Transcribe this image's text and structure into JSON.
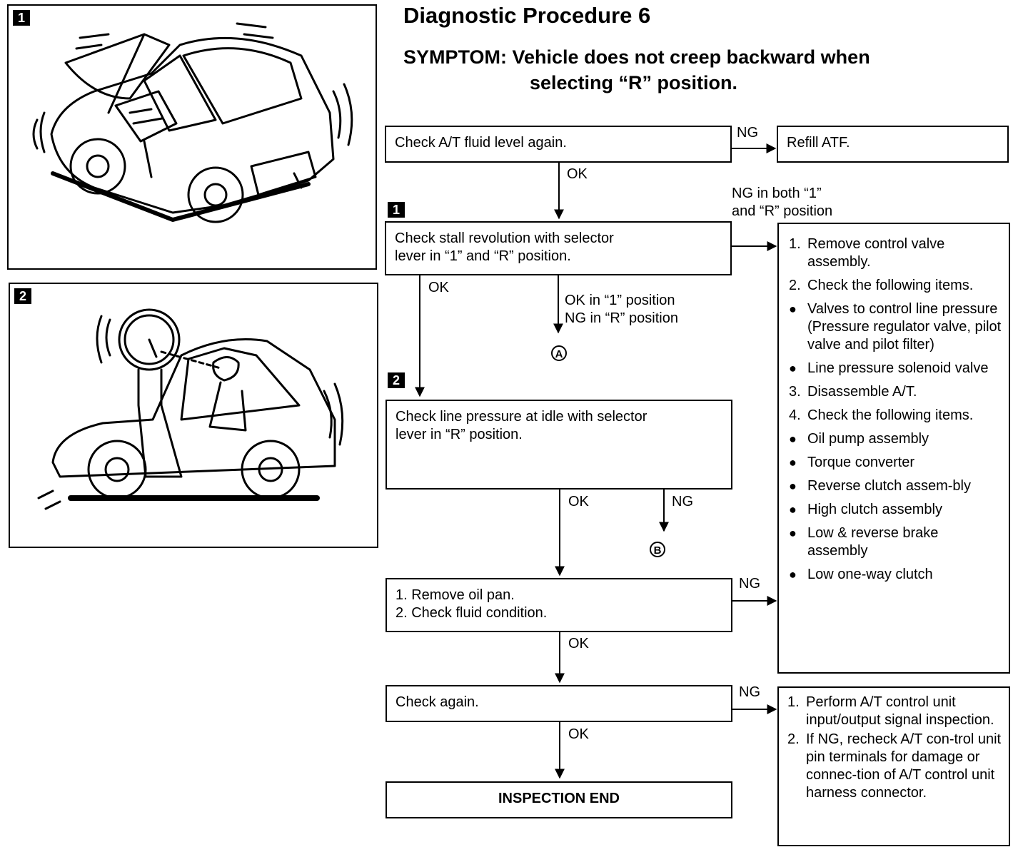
{
  "title": "Diagnostic Procedure 6",
  "symptom": {
    "line1": "SYMPTOM: Vehicle does not creep backward when",
    "line2": "selecting “R” position."
  },
  "figures": {
    "fig1_marker": "1",
    "fig2_marker": "2"
  },
  "markers": {
    "step1": "1",
    "step2": "2"
  },
  "connectors": {
    "a": "A",
    "b": "B"
  },
  "boxes": {
    "check_fluid": "Check A/T fluid level again.",
    "refill": "Refill ATF.",
    "stall_line1": "Check stall revolution with selector",
    "stall_line2": "lever in “1” and “R” position.",
    "line_pressure_line1": "Check line pressure at idle with selector",
    "line_pressure_line2": "lever in “R” position.",
    "oil_pan_line1": "1. Remove oil pan.",
    "oil_pan_line2": "2. Check fluid condition.",
    "check_again": "Check again.",
    "inspection_end": "INSPECTION END"
  },
  "labels": {
    "ng_fluid": "NG",
    "ok_fluid": "OK",
    "ng_both_line1": "NG in both “1”",
    "ng_both_line2": "and “R” position",
    "ok_stall": "OK",
    "ok_in_1": "OK in “1” position",
    "ng_in_r": "NG in “R” position",
    "ok_pressure": "OK",
    "ng_pressure": "NG",
    "ng_oil": "NG",
    "ok_oil": "OK",
    "ng_again": "NG",
    "ok_again": "OK"
  },
  "repair_list": [
    {
      "n": "1.",
      "text": "Remove control valve assembly."
    },
    {
      "n": "2.",
      "text": "Check the following items."
    },
    {
      "n": "●",
      "text": "Valves to control line pressure (Pressure regulator valve, pilot valve and pilot filter)"
    },
    {
      "n": "●",
      "text": "Line pressure solenoid valve"
    },
    {
      "n": "3.",
      "text": "Disassemble A/T."
    },
    {
      "n": "4.",
      "text": "Check the following items."
    },
    {
      "n": "●",
      "text": "Oil pump assembly"
    },
    {
      "n": "●",
      "text": "Torque converter"
    },
    {
      "n": "●",
      "text": "Reverse clutch assem-bly"
    },
    {
      "n": "●",
      "text": "High clutch assembly"
    },
    {
      "n": "●",
      "text": "Low & reverse brake assembly"
    },
    {
      "n": "●",
      "text": "Low one-way clutch"
    }
  ],
  "control_unit_list": [
    {
      "n": "1.",
      "text": "Perform A/T control unit input/output signal inspection."
    },
    {
      "n": "2.",
      "text": "If NG, recheck A/T con-trol unit pin terminals for damage or connec-tion of A/T control unit harness connector."
    }
  ]
}
